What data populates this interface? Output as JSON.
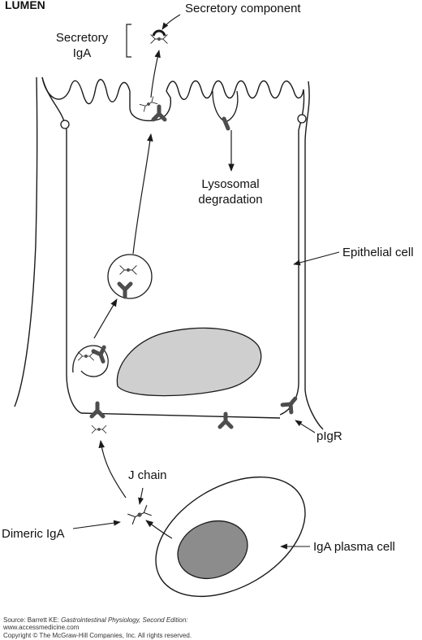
{
  "labels": {
    "lumen": "LUMEN",
    "secretory_component": "Secretory component",
    "secretory_iga_line1": "Secretory",
    "secretory_iga_line2": "IgA",
    "lysosomal_line1": "Lysosomal",
    "lysosomal_line2": "degradation",
    "epithelial_cell": "Epithelial cell",
    "pigr": "pIgR",
    "j_chain": "J chain",
    "dimeric_iga": "Dimeric IgA",
    "iga_plasma_cell": "IgA plasma cell"
  },
  "source": {
    "prefix": "Source: Barrett KE: ",
    "book": "Gastrointestinal Physiology, Second Edition:",
    "site": "www.accessmedicine.com",
    "copyright": "Copyright © The McGraw-Hill Companies, Inc. All rights reserved."
  },
  "colors": {
    "receptor": "#4d4d4d",
    "nucleus": "#cfcfcf",
    "plasma_nucleus": "#8c8c8c",
    "line": "#1a1a1a"
  }
}
